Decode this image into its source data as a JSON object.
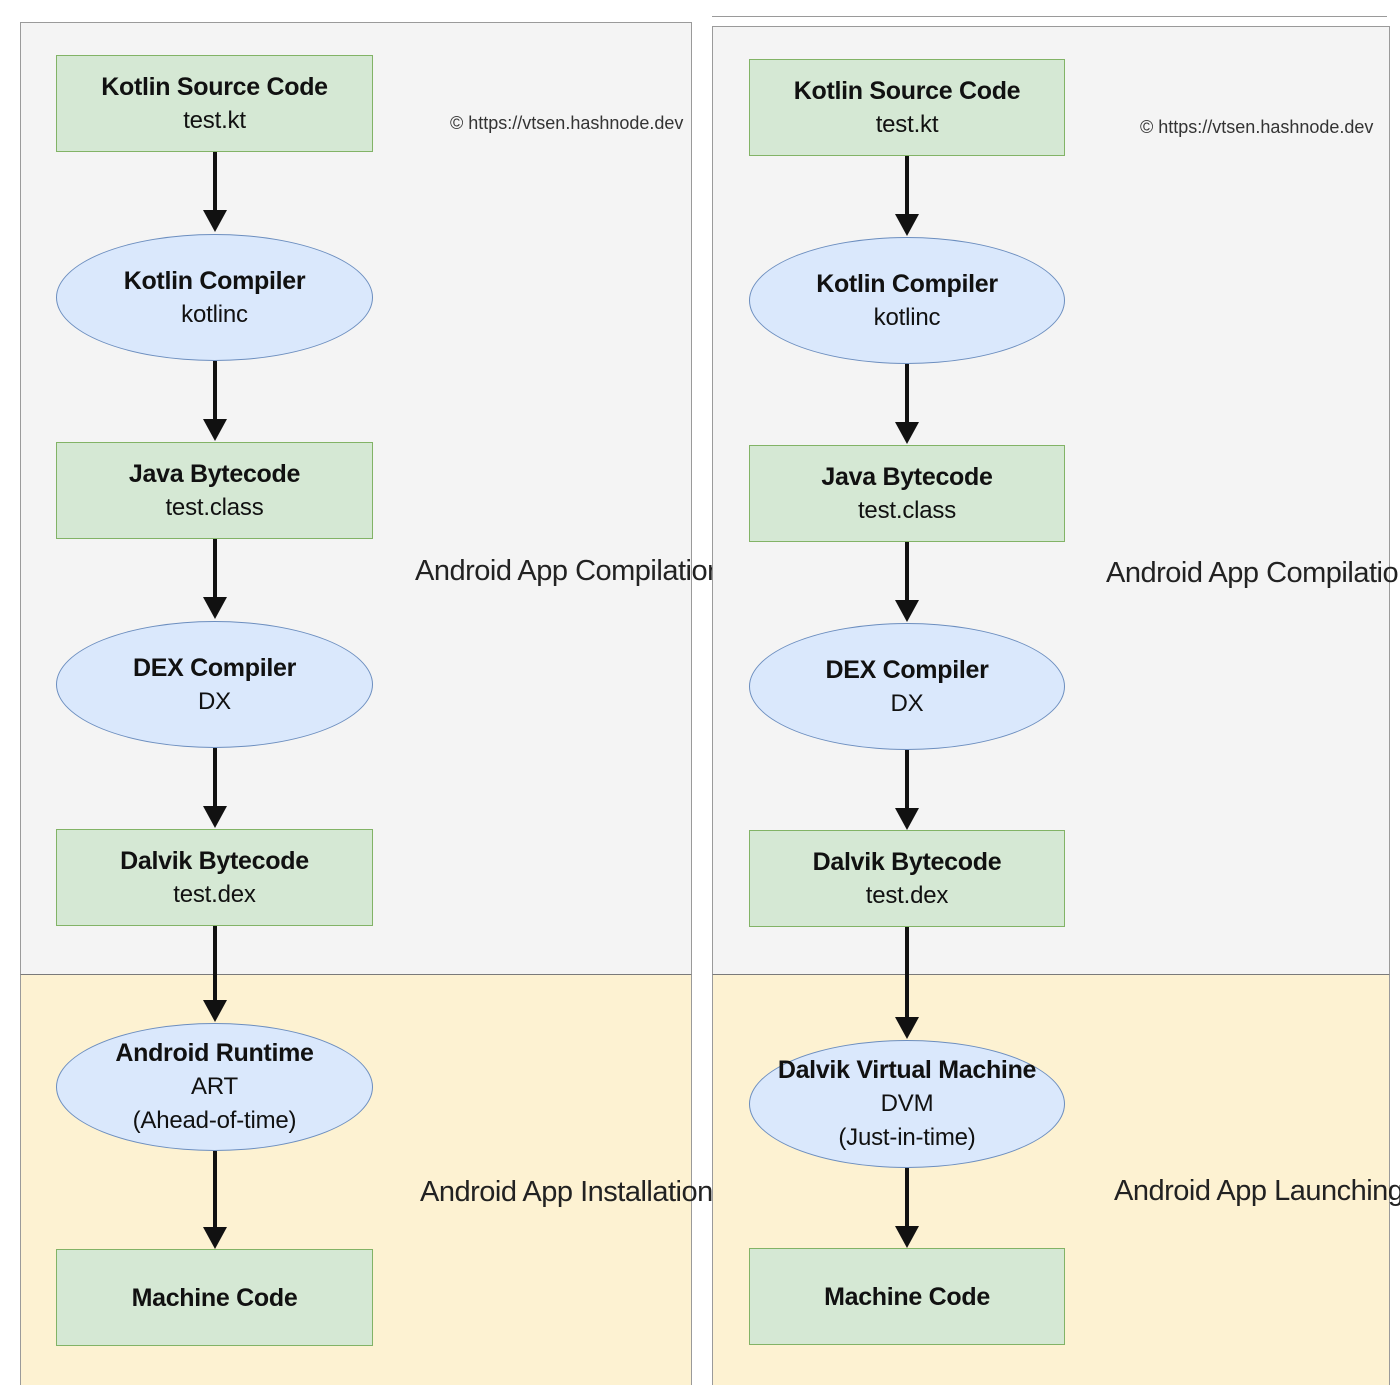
{
  "panels": [
    {
      "credit": "© https://vtsen.hashnode.dev",
      "phases": {
        "compilation_label": "Android App Compilation",
        "runtime_label": "Android App Installation"
      },
      "nodes": [
        {
          "title": "Kotlin Source Code",
          "sub": "test.kt"
        },
        {
          "title": "Kotlin Compiler",
          "sub": "kotlinc"
        },
        {
          "title": "Java Bytecode",
          "sub": "test.class"
        },
        {
          "title": "DEX Compiler",
          "sub": "DX"
        },
        {
          "title": "Dalvik Bytecode",
          "sub": "test.dex"
        },
        {
          "title": "Android Runtime",
          "sub": "ART",
          "sub2": "(Ahead-of-time)"
        },
        {
          "title": "Machine Code"
        }
      ]
    },
    {
      "credit": "© https://vtsen.hashnode.dev",
      "phases": {
        "compilation_label": "Android App Compilation",
        "runtime_label": "Android App Launching"
      },
      "nodes": [
        {
          "title": "Kotlin Source Code",
          "sub": "test.kt"
        },
        {
          "title": "Kotlin Compiler",
          "sub": "kotlinc"
        },
        {
          "title": "Java Bytecode",
          "sub": "test.class"
        },
        {
          "title": "DEX Compiler",
          "sub": "DX"
        },
        {
          "title": "Dalvik Bytecode",
          "sub": "test.dex"
        },
        {
          "title": "Dalvik Virtual Machine",
          "sub": "DVM",
          "sub2": "(Just-in-time)"
        },
        {
          "title": "Machine Code"
        }
      ]
    }
  ],
  "colors": {
    "rect_fill": "#d5e8d4",
    "rect_border": "#82b366",
    "ellipse_fill": "#dae8fc",
    "ellipse_border": "#6c8ebf",
    "compilation_bg": "#f4f4f4",
    "runtime_bg": "#fdf2d2",
    "arrow": "#111111"
  }
}
